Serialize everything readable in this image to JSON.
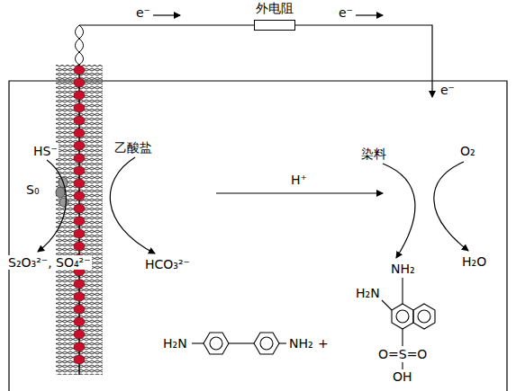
{
  "diagram": {
    "nodes": [
      {
        "text": [
          "外电阻"
        ]
      }
    ],
    "labels": [
      "e⁻",
      "e⁻",
      "e⁻",
      "HS⁻",
      "S₀",
      "乙酸盐",
      "S₂O₃²⁻, SO₄²⁻",
      "HCO₃²⁻",
      "H⁺",
      "染料",
      "O₂",
      "H₂O",
      "H₂N",
      "NH₂",
      "+",
      "H₂N",
      "NH₂",
      "O=S=O",
      "OH"
    ]
  }
}
